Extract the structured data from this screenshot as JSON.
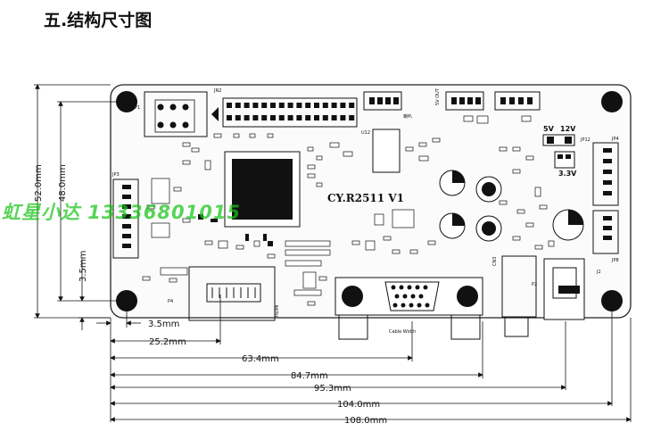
{
  "title": "五.结构尺寸图",
  "board": {
    "model": "CY.R2511 V1",
    "connectors": {
      "p1": "P1",
      "jn2": "JN2",
      "jp3": "JP3",
      "jp4": "JP4",
      "jp8": "JP8",
      "jp12": "JP12",
      "p2": "P2",
      "j2": "J2",
      "p4": "P4",
      "cn3": "CN3",
      "hdmi": "HDMI",
      "u12": "U12"
    },
    "voltage_labels": [
      "5V",
      "12V",
      "3.3V"
    ],
    "silk_misc": {
      "cable_width": "Cable Width",
      "horn": "喇叭",
      "out": "5V OUT"
    }
  },
  "dimensions": {
    "height_total": "52.0mm",
    "height_inner": "48.0mm",
    "hole_offset_v": "3.5mm",
    "hole_offset_h": "3.5mm",
    "d1": "25.2mm",
    "d2": "63.4mm",
    "d3": "84.7mm",
    "d4": "95.3mm",
    "d5": "104.0mm",
    "d6": "108.0mm"
  },
  "watermark": "虹星小达 13336801015",
  "colors": {
    "watermark": "#19c519",
    "lines": "#111111"
  }
}
